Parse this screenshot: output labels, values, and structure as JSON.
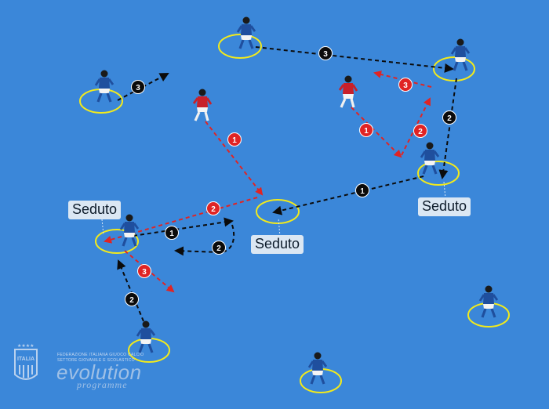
{
  "labels": {
    "seduto_left": "Seduto",
    "seduto_center": "Seduto",
    "seduto_right": "Seduto"
  },
  "badges": {
    "red": [
      "1",
      "2",
      "3"
    ],
    "black": [
      "1",
      "2",
      "3"
    ]
  },
  "branding": {
    "crest_text": "ITALIA",
    "federation_line1": "FEDERAZIONE ITALIANA GIUOCO CALCIO",
    "federation_line2": "SETTORE GIOVANILE E SCOLASTICO",
    "brand_word": "evolution",
    "brand_sub": "programme"
  },
  "colors": {
    "field": "#3b87d9",
    "ring": "#f2ea1c",
    "red_arrow": "#e02424",
    "black_arrow": "#0b0b0b",
    "blue_kit": "#1f4f9e",
    "red_kit": "#c8202a"
  }
}
